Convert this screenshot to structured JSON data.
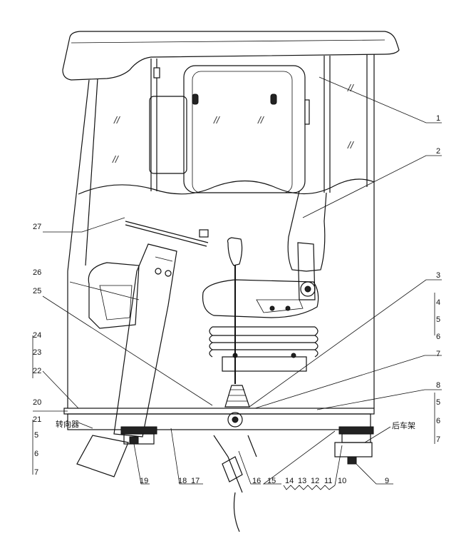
{
  "callouts": {
    "c1": "1",
    "c2": "2",
    "c3": "3",
    "c4": "4",
    "c5r1": "5",
    "c6r1": "6",
    "c7r1": "7",
    "c8": "8",
    "c5r2": "5",
    "c6r2": "6",
    "c7r2": "7",
    "c9": "9",
    "c10": "10",
    "c11": "11",
    "c12": "12",
    "c13": "13",
    "c14": "14",
    "c15": "15",
    "c16": "16",
    "c17": "17",
    "c18": "18",
    "c19": "19",
    "c20": "20",
    "c21": "21",
    "c22": "22",
    "c23": "23",
    "c24": "24",
    "c25": "25",
    "c26": "26",
    "c27": "27",
    "c5l": "5",
    "c6l": "6",
    "c7l": "7"
  },
  "labels": {
    "steering_gear": "转向器",
    "rear_frame": "后车架"
  },
  "glass_mark": "//"
}
